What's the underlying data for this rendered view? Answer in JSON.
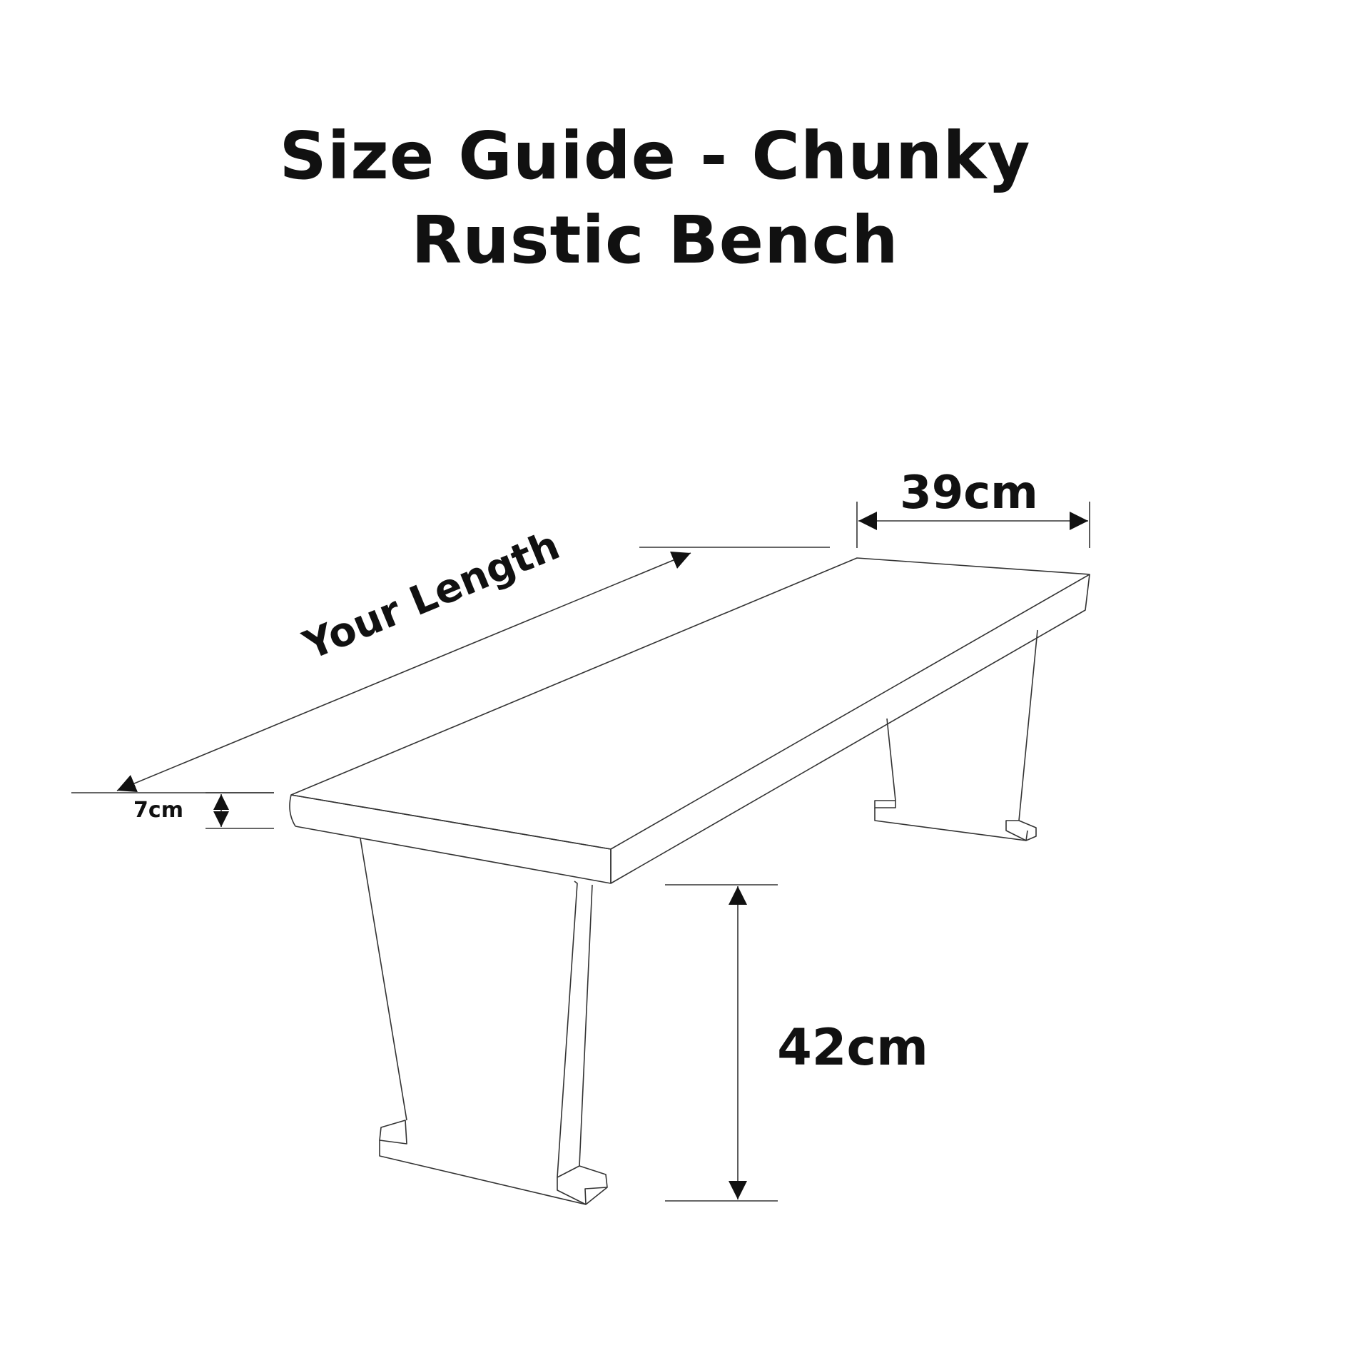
{
  "title": {
    "line1": "Size Guide - Chunky",
    "line2": "Rustic Bench"
  },
  "dimensions": {
    "width": "39cm",
    "length": "Your Length",
    "thickness": "7cm",
    "height": "42cm"
  },
  "colors": {
    "line": "#333333",
    "text": "#111111",
    "background": "#ffffff"
  }
}
